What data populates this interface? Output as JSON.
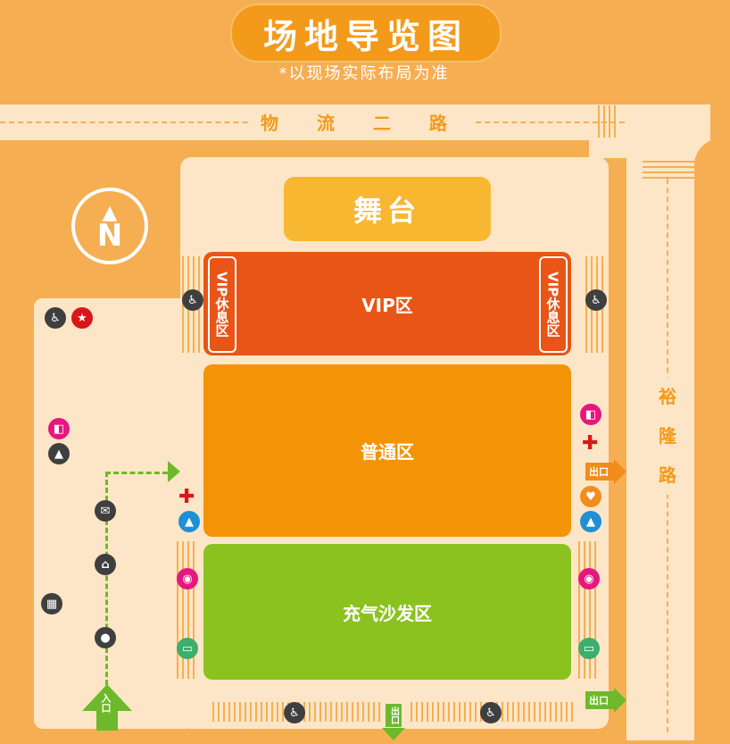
{
  "title": "场地导览图",
  "subtitle": "*以现场实际布局为准",
  "roads": {
    "north": "物 流 二 路",
    "east": [
      "裕",
      "隆",
      "路"
    ]
  },
  "compass": {
    "letter": "N",
    "arrow": "▲"
  },
  "zones": {
    "stage": "舞台",
    "vip": "VIP区",
    "vip_rest_left": "VIP休息区",
    "vip_rest_right": "VIP休息区",
    "normal": "普通区",
    "sofa": "充气沙发区"
  },
  "exits": {
    "east_middle": "出口",
    "east_bottom": "出口",
    "south": "出口",
    "entrance": "入口"
  },
  "icons": {
    "restroom": "restroom-icon",
    "star": "star-icon",
    "drink": "drink-icon",
    "police": "police-icon",
    "first_aid": "first-aid-icon",
    "food": "food-icon",
    "car": "car-icon",
    "ticket": "ticket-check-icon",
    "security_gate": "security-gate-icon",
    "crowd": "crowd-icon",
    "locker": "locker-icon",
    "charging": "charging-icon"
  },
  "colors": {
    "background": "#f6ae52",
    "venue": "#fde6c7",
    "stage": "#f7b731",
    "vip": "#e85517",
    "normal": "#f39407",
    "sofa": "#8cc220",
    "title_pill": "#f39a1a",
    "entrance": "#6eb92b"
  }
}
